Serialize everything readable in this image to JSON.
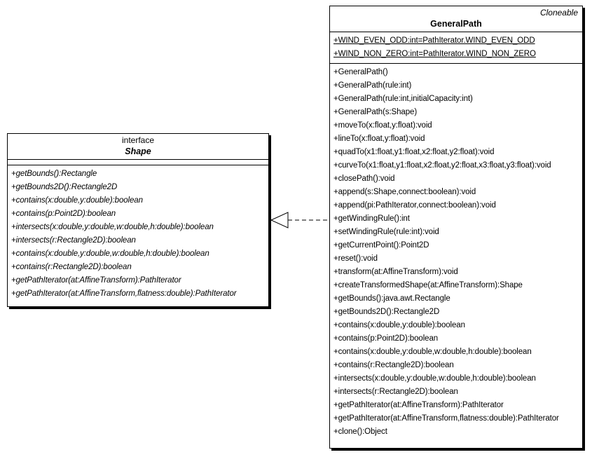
{
  "diagram": {
    "type": "uml-class-diagram",
    "background": "#ffffff",
    "line_color": "#000000"
  },
  "shape_interface": {
    "stereotype": "interface",
    "name": "Shape",
    "attributes": [],
    "methods": [
      "+getBounds():Rectangle",
      "+getBounds2D():Rectangle2D",
      "+contains(x:double,y:double):boolean",
      "+contains(p:Point2D):boolean",
      "+intersects(x:double,y:double,w:double,h:double):boolean",
      "+intersects(r:Rectangle2D):boolean",
      "+contains(x:double,y:double,w:double,h:double):boolean",
      "+contains(r:Rectangle2D):boolean",
      "+getPathIterator(at:AffineTransform):PathIterator",
      "+getPathIterator(at:AffineTransform,flatness:double):PathIterator"
    ]
  },
  "generalpath_class": {
    "stereotype": "Cloneable",
    "name": "GeneralPath",
    "attributes": [
      "+WIND_EVEN_ODD:int=PathIterator.WIND_EVEN_ODD",
      "+WIND_NON_ZERO:int=PathIterator.WIND_NON_ZERO"
    ],
    "methods": [
      "+GeneralPath()",
      "+GeneralPath(rule:int)",
      "+GeneralPath(rule:int,initialCapacity:int)",
      "+GeneralPath(s:Shape)",
      "+moveTo(x:float,y:float):void",
      "+lineTo(x:float,y:float):void",
      "+quadTo(x1:float,y1:float,x2:float,y2:float):void",
      "+curveTo(x1:float,y1:float,x2:float,y2:float,x3:float,y3:float):void",
      "+closePath():void",
      "+append(s:Shape,connect:boolean):void",
      "+append(pi:PathIterator,connect:boolean):void",
      "+getWindingRule():int",
      "+setWindingRule(rule:int):void",
      "+getCurrentPoint():Point2D",
      "+reset():void",
      "+transform(at:AffineTransform):void",
      "+createTransformedShape(at:AffineTransform):Shape",
      "+getBounds():java.awt.Rectangle",
      "+getBounds2D():Rectangle2D",
      "+contains(x:double,y:double):boolean",
      "+contains(p:Point2D):boolean",
      "+contains(x:double,y:double,w:double,h:double):boolean",
      "+contains(r:Rectangle2D):boolean",
      "+intersects(x:double,y:double,w:double,h:double):boolean",
      "+intersects(r:Rectangle2D):boolean",
      "+getPathIterator(at:AffineTransform):PathIterator",
      "+getPathIterator(at:AffineTransform,flatness:double):PathIterator",
      "+clone():Object"
    ]
  },
  "relationship": {
    "kind": "realization",
    "from": "GeneralPath",
    "to": "Shape",
    "line_style": "dashed",
    "arrowhead": "hollow-triangle"
  }
}
